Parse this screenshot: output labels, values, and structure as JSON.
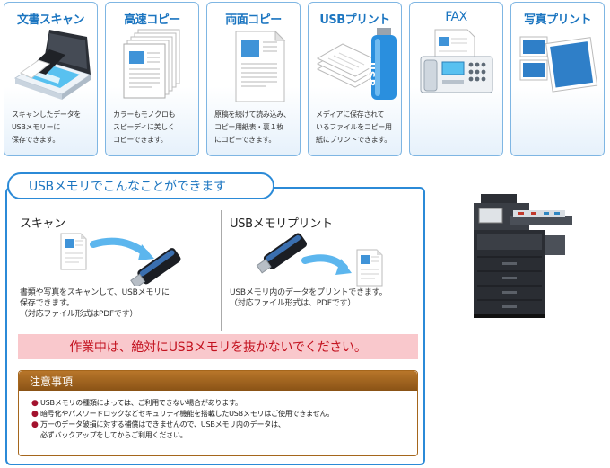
{
  "cards": [
    {
      "title": "文書スキャン",
      "desc": "スキャンしたデータを\nUSBメモリーに\n保存できます。",
      "icon": "scanner-icon"
    },
    {
      "title": "高速コピー",
      "desc": "カラーもモノクロも\nスピーディに美しく\nコピーできます。",
      "icon": "paper-stack-icon"
    },
    {
      "title": "両面コピー",
      "desc": "原稿を続けて読み込み、\nコピー用紙表・裏１枚\nにコピーできます。",
      "icon": "duplex-document-icon"
    },
    {
      "title": "USBプリント",
      "desc": "メディアに保存されて\nいるファイルをコピー用\n紙にプリントできます。",
      "icon": "usb-print-icon",
      "usb_label": "USB"
    },
    {
      "title": "FAX",
      "desc": "",
      "icon": "fax-machine-icon"
    },
    {
      "title": "写真プリント",
      "desc": "",
      "icon": "photo-prints-icon"
    }
  ],
  "usb_panel": {
    "title": "USBメモリでこんなことができます",
    "scan": {
      "title": "スキャン",
      "desc": "書類や写真をスキャンして、USBメモリに\n保存できます。\n（対応ファイル形式はPDFです）"
    },
    "print": {
      "title": "USBメモリプリント",
      "desc": "USBメモリ内のデータをプリントできます。\n（対応ファイル形式は、PDFです）"
    },
    "warning": "作業中は、絶対にUSBメモリを抜かないでください。",
    "notice": {
      "title": "注意事項",
      "bullet": "●",
      "items": [
        "USBメモリの種類によっては、ご利用できない場合があります。",
        "暗号化やパスワードロックなどセキュリティ機能を搭載したUSBメモリはご使用できません。",
        "万一のデータ破損に対する補償はできませんので、USBメモリ内のデータは、\n必ずバックアップをしてからご利用ください。"
      ]
    }
  },
  "colors": {
    "accent": "#1b75c0",
    "card_border": "#7fb6e3",
    "warning_bg": "#f9c8cc",
    "warning_text": "#c3121f",
    "notice_header": "#a5661c"
  }
}
